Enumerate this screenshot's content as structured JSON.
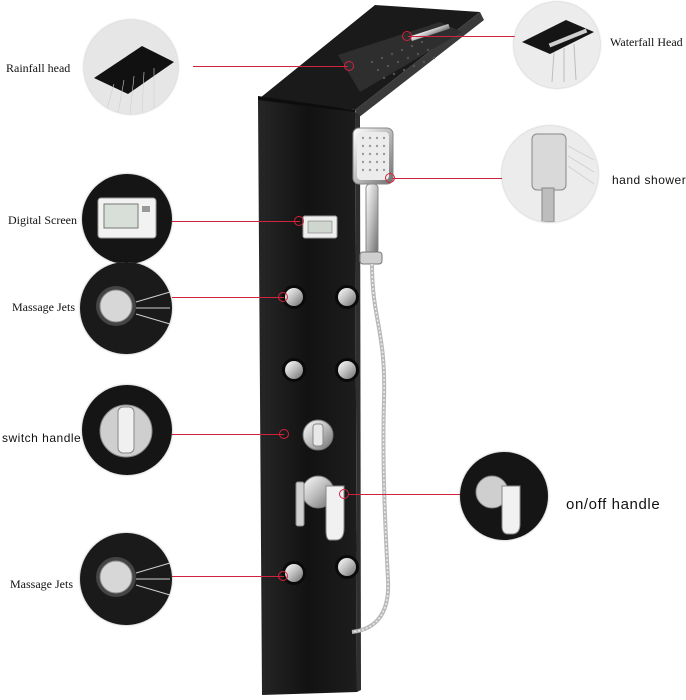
{
  "labels": {
    "rainfall_head": "Rainfall head",
    "waterfall_head": "Waterfall Head",
    "hand_shower": "hand  shower",
    "digital_screen": "Digital Screen",
    "massage_jets_top": "Massage Jets",
    "switch_handle": "switch  handle",
    "onoff_handle": "on/off  handle",
    "massage_jets_bottom": "Massage Jets"
  },
  "colors": {
    "panel": "#151515",
    "callout": "#d2233c",
    "chrome": "#d8d8d8"
  }
}
